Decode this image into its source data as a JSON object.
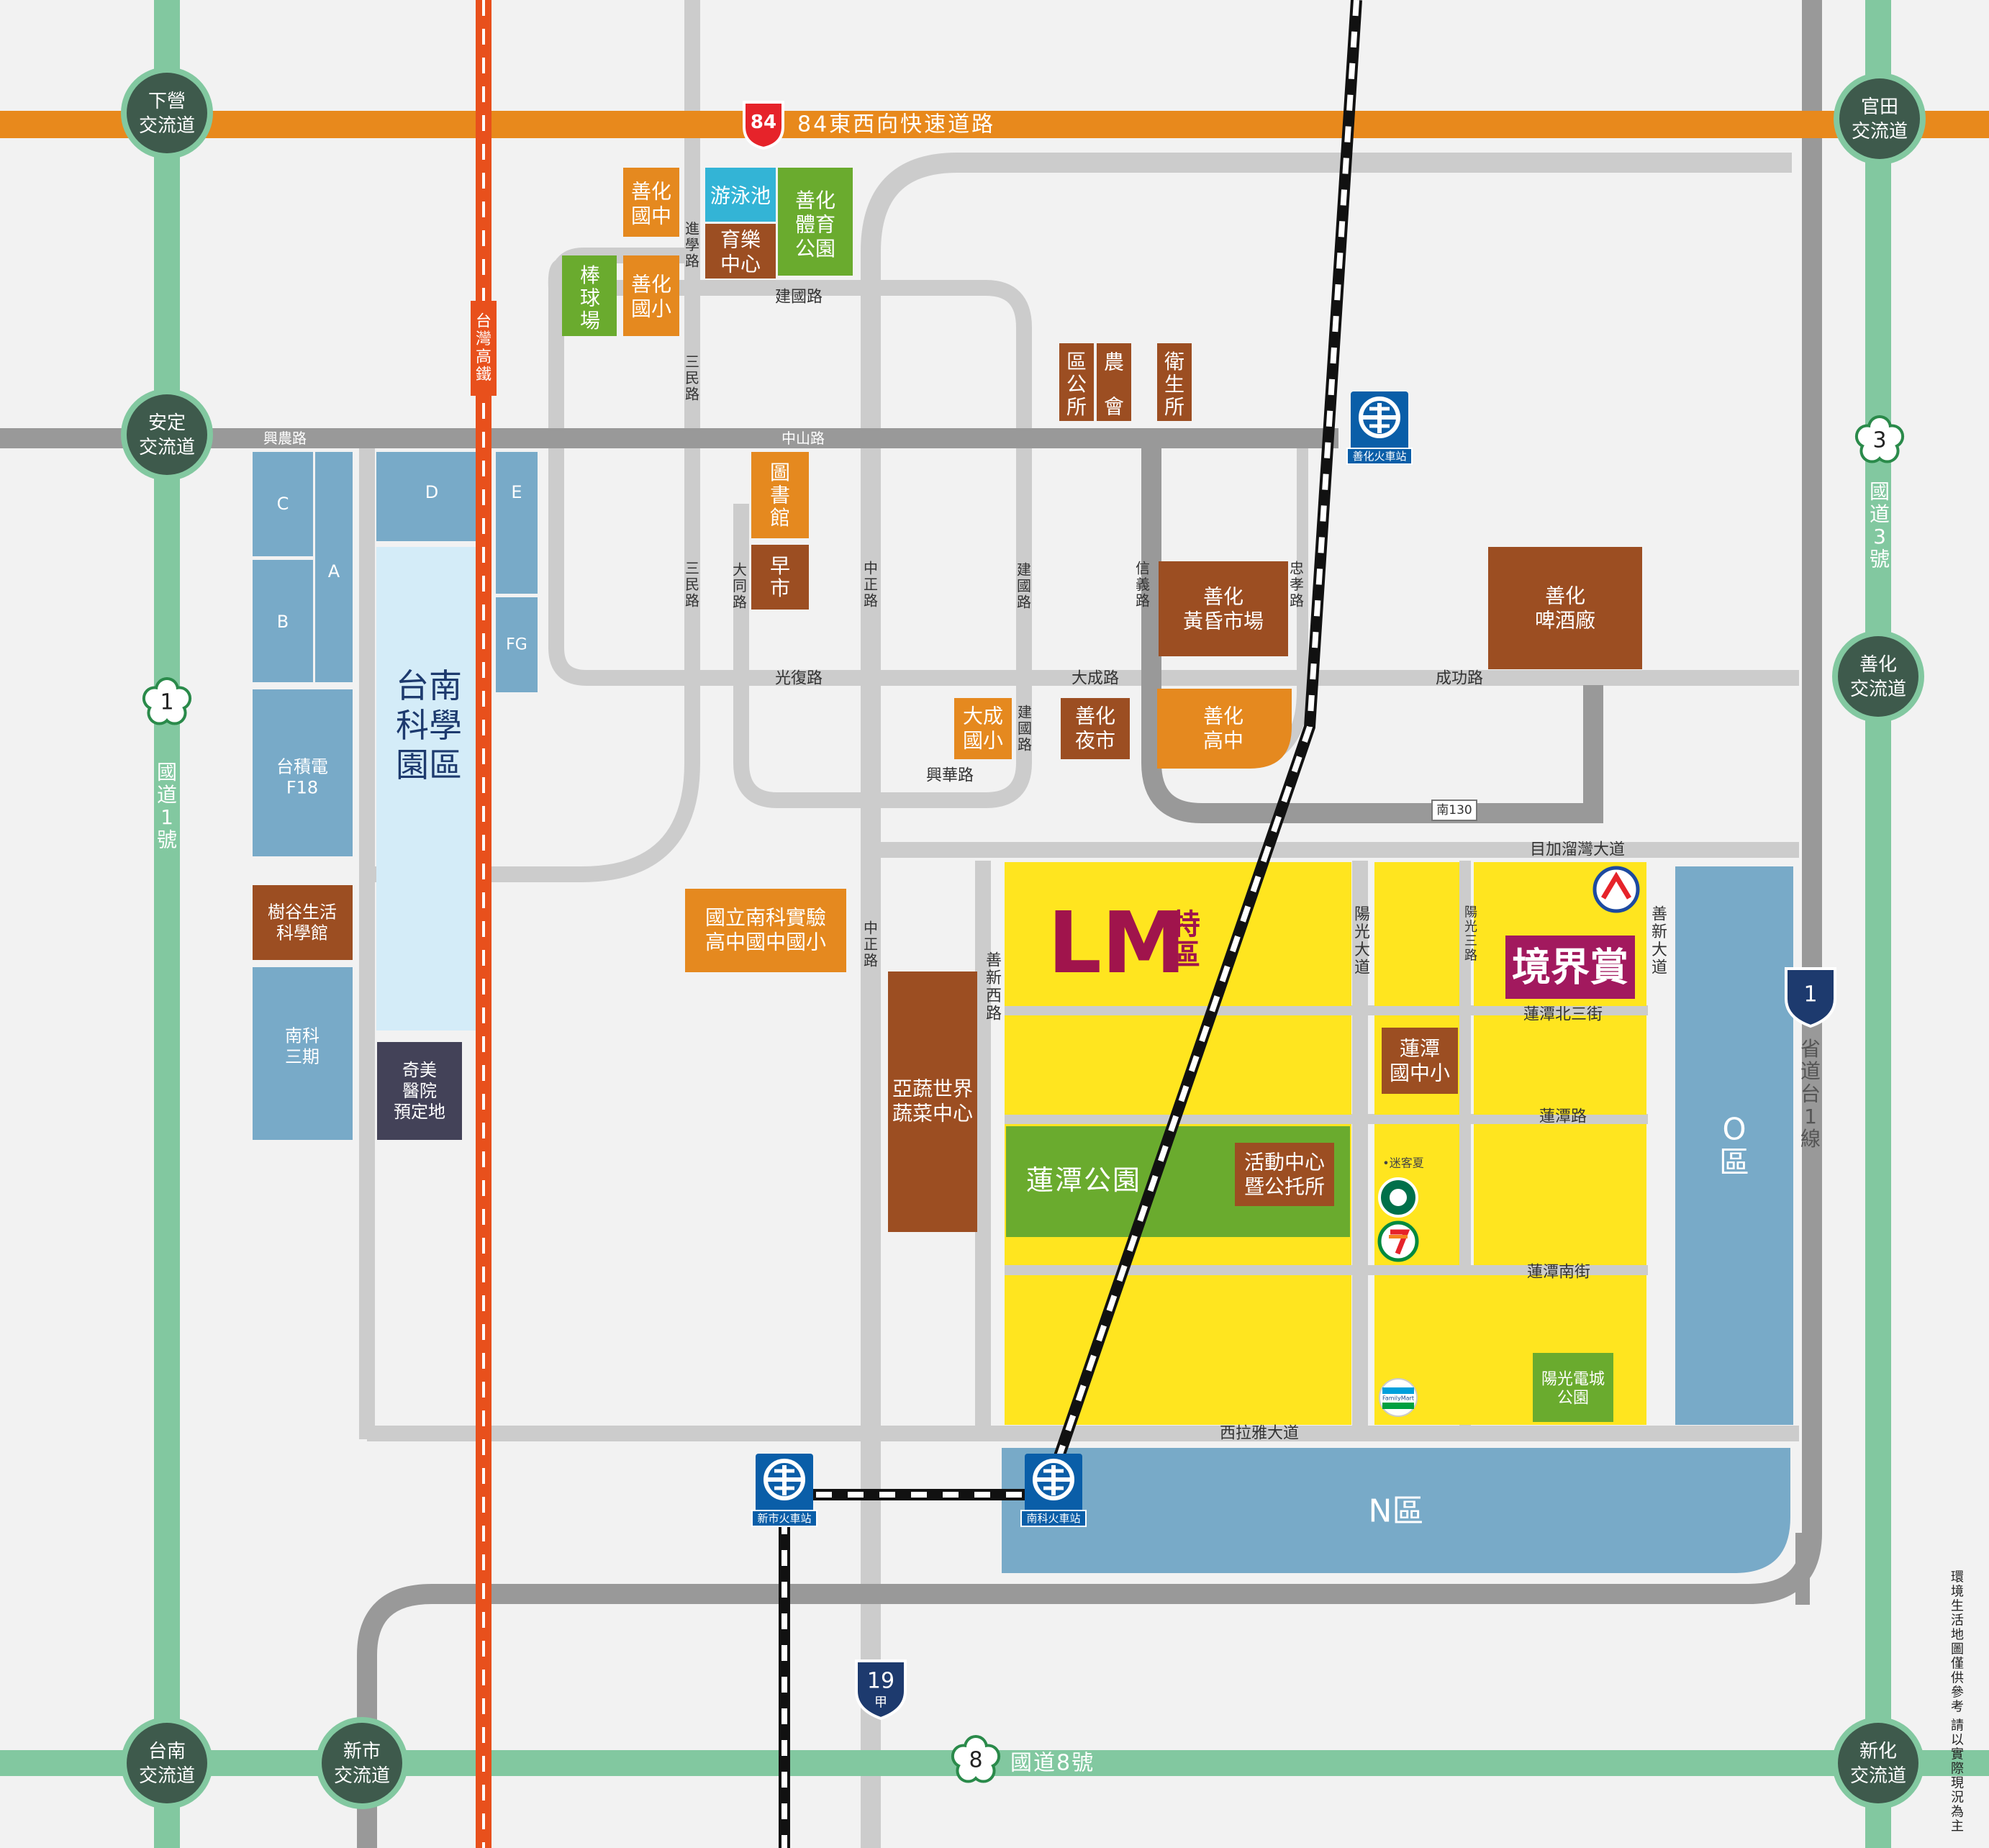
{
  "colors": {
    "background": "#f2f2f2",
    "road": "#cccccc",
    "road_dark": "#999999",
    "expressway": "#e8891c",
    "hsr": "#e8501c",
    "national_freeway": "#82c8a0",
    "interchange": "#3e5a4c",
    "yellow_zone": "#ffe51f",
    "blue_zone": "#78aac8",
    "light_blue": "#d4ecf8",
    "orange_poi": "#e5891f",
    "brown_poi": "#9c4e22",
    "green_poi": "#6aab2e",
    "cyan_poi": "#33b4d6",
    "navy_poi": "#434258",
    "station_blue": "#0a5ea8",
    "lm_text": "#a0144c",
    "jingjie": "#a2195e"
  },
  "interchanges": [
    {
      "id": "xiaying",
      "label": [
        "下營",
        "交流道"
      ]
    },
    {
      "id": "guantian",
      "label": [
        "官田",
        "交流道"
      ]
    },
    {
      "id": "anding",
      "label": [
        "安定",
        "交流道"
      ]
    },
    {
      "id": "shanhua",
      "label": [
        "善化",
        "交流道"
      ]
    },
    {
      "id": "tainan",
      "label": [
        "台南",
        "交流道"
      ]
    },
    {
      "id": "xinshi",
      "label": [
        "新市",
        "交流道"
      ]
    },
    {
      "id": "xinhua",
      "label": [
        "新化",
        "交流道"
      ]
    }
  ],
  "highways": {
    "expressway_84": {
      "number": "84",
      "name": "84東西向快速道路"
    },
    "freeway_1": {
      "number": "1",
      "name": [
        "國",
        "道",
        "1",
        "號"
      ]
    },
    "freeway_3": {
      "number": "3",
      "name": [
        "國",
        "道",
        "3",
        "號"
      ]
    },
    "freeway_8": {
      "number": "8",
      "name": "國道8號"
    },
    "provincial_1": {
      "number": "1",
      "name": [
        "省",
        "道",
        "台",
        "1",
        "線"
      ]
    },
    "county_19a": {
      "number": "19",
      "sub": "甲"
    },
    "hsr": {
      "name": [
        "台",
        "灣",
        "高",
        "鐵"
      ]
    },
    "nan130": "南130"
  },
  "road_labels": {
    "xingnong": "興農路",
    "zhongshan": "中山路",
    "jianguo_top": "建國路",
    "guangfu": "光復路",
    "dacheng": "大成路",
    "chenggong": "成功路",
    "xinghua": "興華路",
    "mujia": "目加溜灣大道",
    "lianfan_n3": "蓮潭北三街",
    "liantan": "蓮潭路",
    "liantan_s": "蓮潭南街",
    "xilaya": "西拉雅大道",
    "jinxue": [
      "進",
      "學",
      "路"
    ],
    "sanmin_top": [
      "三",
      "民",
      "路"
    ],
    "sanmin_mid": [
      "三",
      "民",
      "路"
    ],
    "datong": [
      "大",
      "同",
      "路"
    ],
    "zhongzheng_1": [
      "中",
      "正",
      "路"
    ],
    "zhongzheng_2": [
      "中",
      "正",
      "路"
    ],
    "jianguo_v1": [
      "建",
      "國",
      "路"
    ],
    "jianguo_v2": [
      "建",
      "國",
      "路"
    ],
    "xinyi": [
      "信",
      "義",
      "路"
    ],
    "zhongxiao": [
      "忠",
      "孝",
      "路"
    ],
    "yangguang_ave": [
      "陽",
      "光",
      "大",
      "道"
    ],
    "yangguang_3": [
      "陽",
      "光",
      "三",
      "路"
    ],
    "shanxin_ave": [
      "善",
      "新",
      "大",
      "道"
    ],
    "shanxin_w": [
      "善",
      "新",
      "西",
      "路"
    ]
  },
  "pois": {
    "shanhua_jh": [
      "善化",
      "國中"
    ],
    "pool": "游泳池",
    "rec_center": [
      "育樂",
      "中心"
    ],
    "sports_park": [
      "善化",
      "體育",
      "公園"
    ],
    "baseball": [
      "棒",
      "球",
      "場"
    ],
    "shanhua_es": [
      "善化",
      "國小"
    ],
    "district_office": [
      "區",
      "公",
      "所"
    ],
    "farmers_assoc": [
      "農",
      "會"
    ],
    "health_center": [
      "衛",
      "生",
      "所"
    ],
    "library": [
      "圖",
      "書",
      "館"
    ],
    "morning_market": [
      "早",
      "市"
    ],
    "dusk_market": [
      "善化",
      "黃昏市場"
    ],
    "brewery": [
      "善化",
      "啤酒廠"
    ],
    "dacheng_es": [
      "大成",
      "國小"
    ],
    "night_market": [
      "善化",
      "夜市"
    ],
    "shanhua_hs": [
      "善化",
      "高中"
    ],
    "experimental_school": [
      "國立南科實驗",
      "高中國中國小"
    ],
    "avrdc": [
      "亞蔬世界",
      "蔬菜中心"
    ],
    "shugu_museum": [
      "樹谷生活",
      "科學館"
    ],
    "chimei": [
      "奇美",
      "醫院",
      "預定地"
    ],
    "liantan_school": [
      "蓮潭",
      "國中小"
    ],
    "liantan_park": "蓮潭公園",
    "activity_center": [
      "活動中心",
      "暨公托所"
    ],
    "sunlight_park": [
      "陽光電城",
      "公園"
    ],
    "mikasa": "•迷客夏"
  },
  "zones": {
    "A": "A",
    "B": "B",
    "C": "C",
    "D": "D",
    "E": "E",
    "FG": "FG",
    "tsmc": [
      "台積電",
      "F18"
    ],
    "park_name": [
      "台南",
      "科學",
      "園區"
    ],
    "phase3": [
      "南科",
      "三期"
    ],
    "O": [
      "O",
      "區"
    ],
    "N": "N區"
  },
  "highlight": {
    "lm": "LM",
    "lm_sub": [
      "特",
      "區"
    ],
    "jingjie": "境界賞"
  },
  "stations": {
    "shanhua": "善化火車站",
    "xinshi": "新市火車站",
    "nanke": "南科火車站"
  },
  "store_icons": {
    "starbucks": "starbucks-icon",
    "seven_eleven": "seven-eleven-icon",
    "familymart": "FamilyMart",
    "carrefour": "carrefour-icon"
  },
  "disclaimer": [
    "環境生活地圖僅供參考",
    "請以實際現況為主"
  ]
}
